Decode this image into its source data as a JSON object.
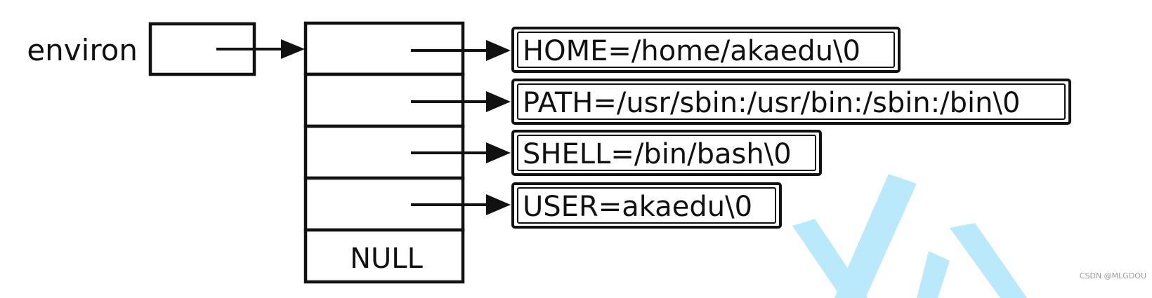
{
  "diagram": {
    "pointer_label": "environ",
    "array_terminator": "NULL",
    "strings": [
      "HOME=/home/akaedu\\0",
      "PATH=/usr/sbin:/usr/bin:/sbin:/bin\\0",
      "SHELL=/bin/bash\\0",
      "USER=akaedu\\0"
    ]
  },
  "watermark": {
    "text": "CSDN @MLGDOU"
  },
  "colors": {
    "ink": "#111111",
    "watermark_shape": "#b9e9fb"
  }
}
